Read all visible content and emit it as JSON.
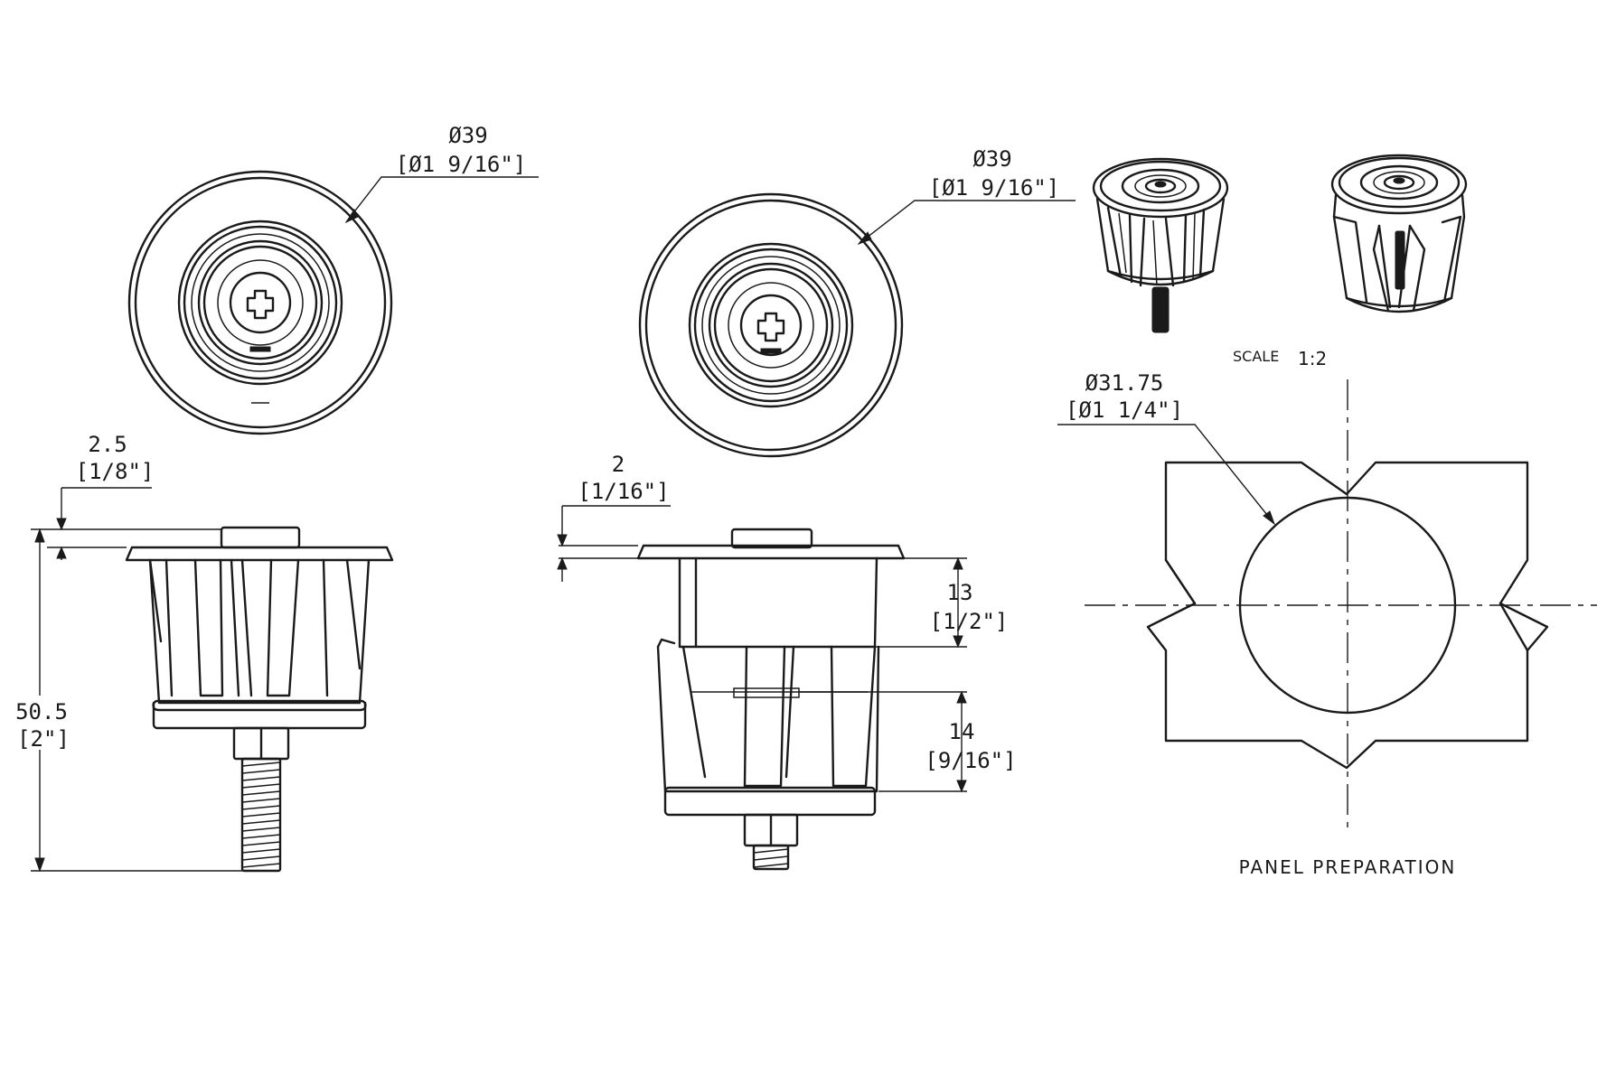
{
  "view1": {
    "diameter_mm": "Ø39",
    "diameter_in": "[Ø1 9/16\"]",
    "flange_mm": "2.5",
    "flange_in": "[1/8\"]",
    "height_mm": "50.5",
    "height_in": "[2\"]"
  },
  "view2": {
    "diameter_mm": "Ø39",
    "diameter_in": "[Ø1 9/16\"]",
    "flange_mm": "2",
    "flange_in": "[1/16\"]",
    "upper_mm": "13",
    "upper_in": "[1/2\"]",
    "grip_mm": "14",
    "grip_in": "[9/16\"]"
  },
  "panel": {
    "scale_label": "SCALE",
    "scale_value": "1:2",
    "hole_mm": "Ø31.75",
    "hole_in": "[Ø1 1/4\"]",
    "caption": "PANEL PREPARATION"
  }
}
